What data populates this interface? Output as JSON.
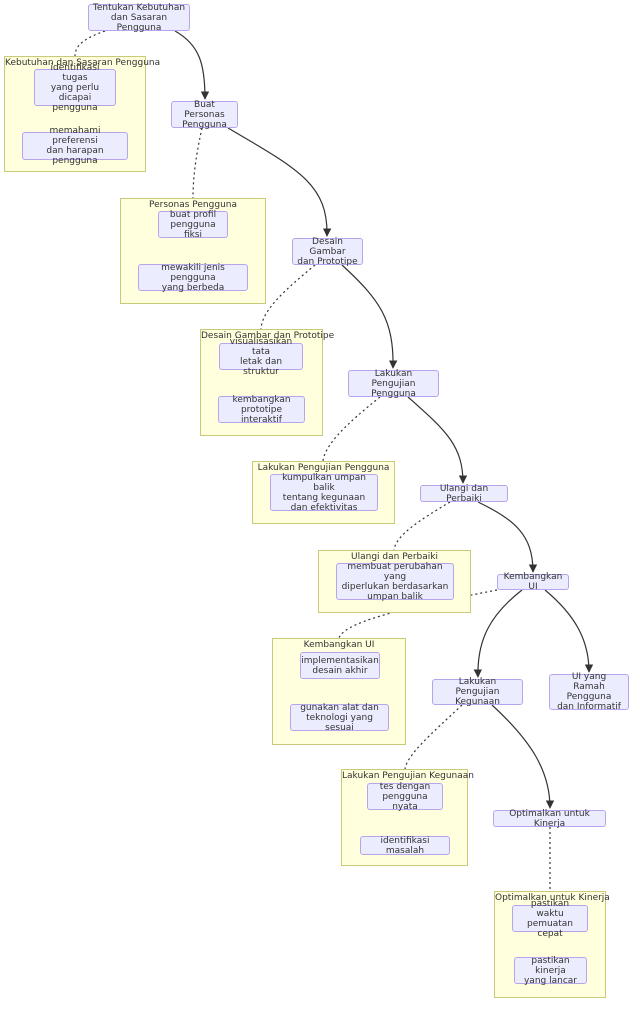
{
  "colors": {
    "node_fill": "#ececff",
    "node_border": "#b6a4ec",
    "cluster_fill": "#ffffde",
    "cluster_border": "#c9c97a",
    "edge": "#333333",
    "text": "#333333"
  },
  "main_nodes": {
    "n1": "Tentukan Kebutuhan\ndan Sasaran Pengguna",
    "n2": "Buat Personas\nPengguna",
    "n3": "Desain Gambar\ndan Prototipe",
    "n4": "Lakukan\nPengujian Pengguna",
    "n5": "Ulangi dan Perbaiki",
    "n6": "Kembangkan UI",
    "n7": "Lakukan\nPengujian Kegunaan",
    "n8": "UI yang\nRamah Pengguna\ndan Informatif",
    "n9": "Optimalkan untuk Kinerja"
  },
  "clusters": {
    "c1": {
      "title": "Kebutuhan dan Sasaran Pengguna",
      "items": [
        "identifikasi tugas\nyang perlu\ndicapai pengguna",
        "memahami preferensi\ndan harapan pengguna"
      ]
    },
    "c2": {
      "title": "Personas Pengguna",
      "items": [
        "buat profil\npengguna fiksi",
        "mewakili jenis pengguna\nyang berbeda"
      ]
    },
    "c3": {
      "title": "Desain Gambar dan Prototipe",
      "items": [
        "visualisasikan tata\nletak dan struktur",
        "kembangkan\nprototipe interaktif"
      ]
    },
    "c4": {
      "title": "Lakukan Pengujian Pengguna",
      "items": [
        "kumpulkan umpan balik\ntentang kegunaan\ndan efektivitas"
      ]
    },
    "c5": {
      "title": "Ulangi dan Perbaiki",
      "items": [
        "membuat perubahan yang\ndiperlukan berdasarkan\numpan balik"
      ]
    },
    "c6": {
      "title": "Kembangkan UI",
      "items": [
        "implementasikan\ndesain akhir",
        "gunakan alat dan\nteknologi yang sesuai"
      ]
    },
    "c7": {
      "title": "Lakukan Pengujian Kegunaan",
      "items": [
        "tes dengan\npengguna nyata",
        "identifikasi masalah"
      ]
    },
    "c8": {
      "title": "Optimalkan untuk Kinerja",
      "items": [
        "pastikan waktu\npemuatan cepat",
        "pastikan kinerja\nyang lancar"
      ]
    }
  }
}
